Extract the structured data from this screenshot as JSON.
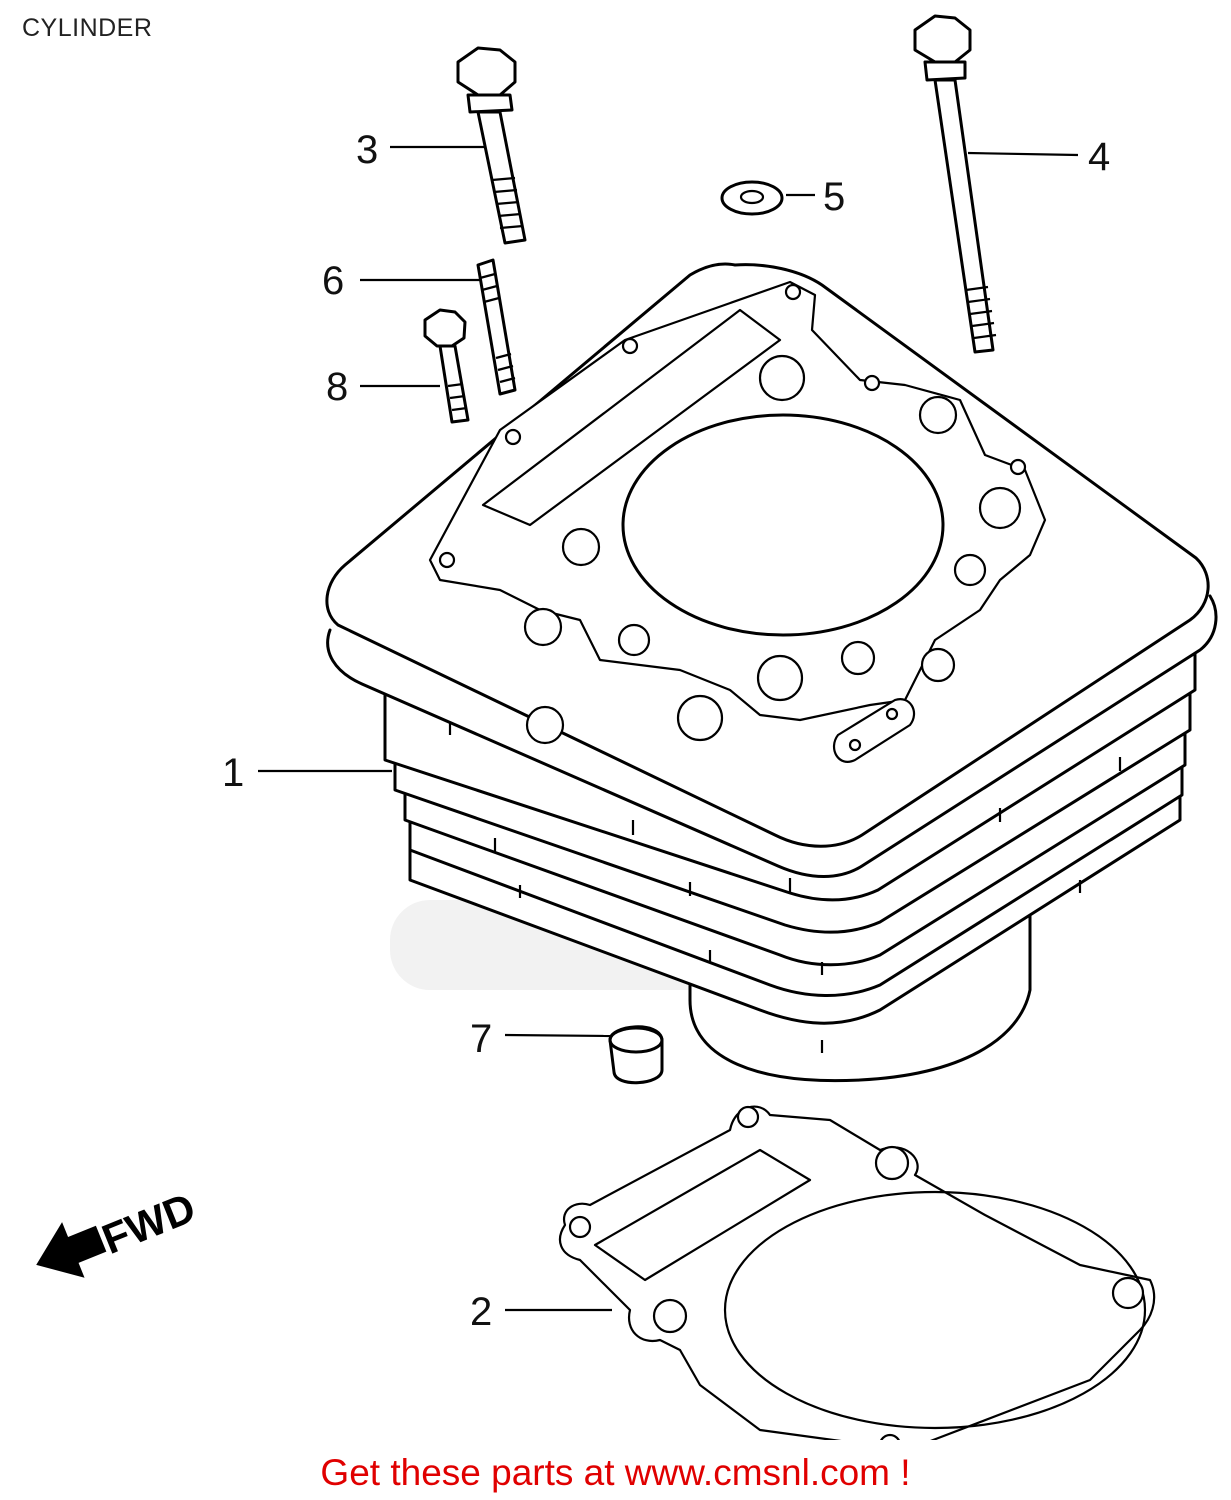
{
  "title": "CYLINDER",
  "footer": "Get these parts at www.cmsnl.com !",
  "fwd_label": "FWD",
  "callouts": [
    {
      "id": "1",
      "label": "1"
    },
    {
      "id": "2",
      "label": "2"
    },
    {
      "id": "3",
      "label": "3"
    },
    {
      "id": "4",
      "label": "4"
    },
    {
      "id": "5",
      "label": "5"
    },
    {
      "id": "6",
      "label": "6"
    },
    {
      "id": "7",
      "label": "7"
    },
    {
      "id": "8",
      "label": "8"
    }
  ],
  "colors": {
    "line": "#000000",
    "footer": "#e00000",
    "watermark": "#d9d9d9"
  }
}
